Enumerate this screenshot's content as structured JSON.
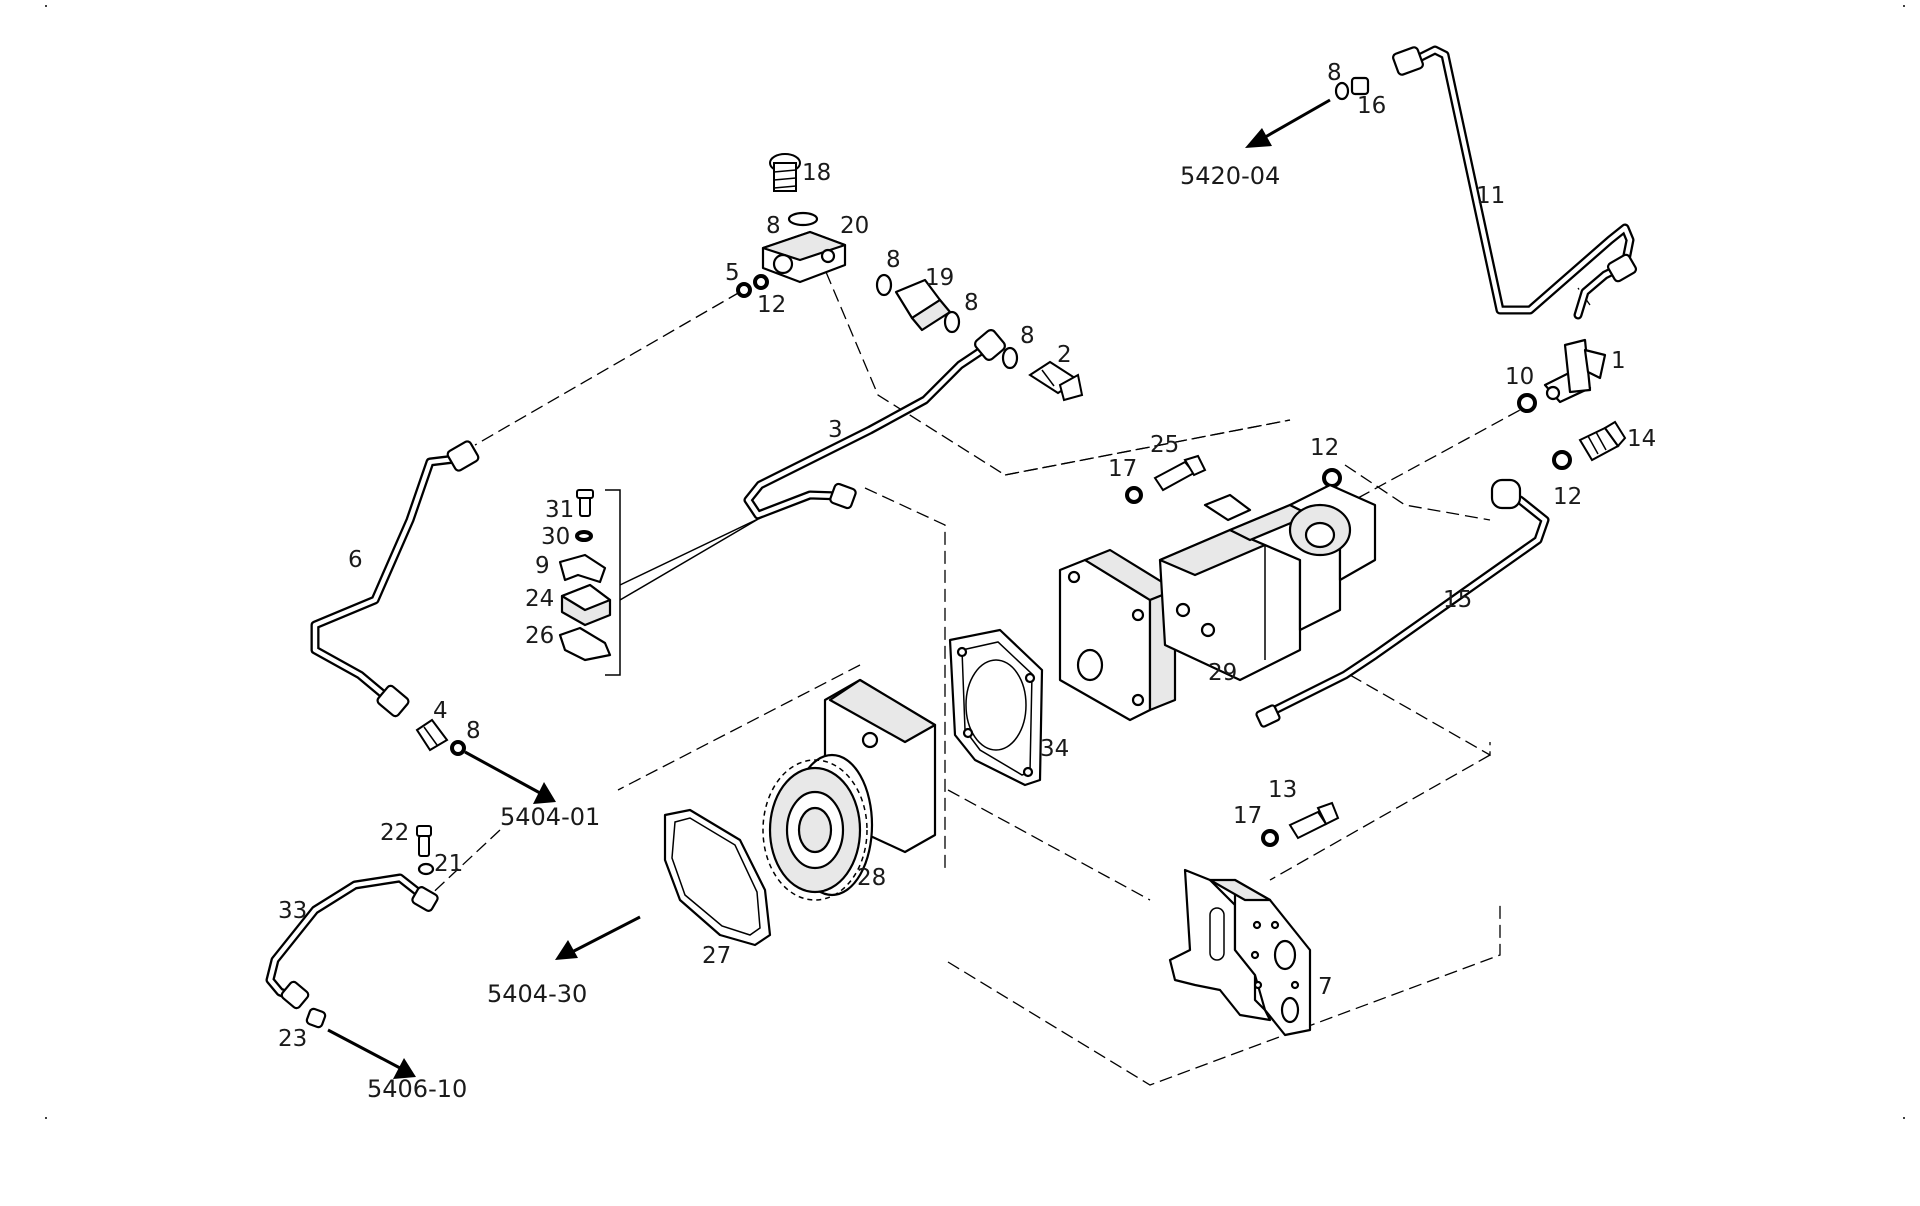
{
  "callouts": {
    "c1": "1",
    "c2": "2",
    "c3": "3",
    "c4": "4",
    "c5": "5",
    "c6": "6",
    "c7": "7",
    "c8a": "8",
    "c8b": "8",
    "c8c": "8",
    "c8d": "8",
    "c8e": "8",
    "c8f": "8",
    "c9": "9",
    "c10": "10",
    "c11": "11",
    "c12a": "12",
    "c12b": "12",
    "c12c": "12",
    "c13": "13",
    "c14": "14",
    "c15": "15",
    "c16": "16",
    "c17a": "17",
    "c17b": "17",
    "c18": "18",
    "c19": "19",
    "c20": "20",
    "c21": "21",
    "c22": "22",
    "c23": "23",
    "c24": "24",
    "c25": "25",
    "c26": "26",
    "c27": "27",
    "c28": "28",
    "c29": "29",
    "c30": "30",
    "c31": "31",
    "c33": "33",
    "c34": "34"
  },
  "references": {
    "r5420_04": "5420-04",
    "r5404_01": "5404-01",
    "r5404_30": "5404-30",
    "r5406_10": "5406-10"
  },
  "icons": [
    "arrow-icon"
  ],
  "colors": {
    "ink": "#000000",
    "background": "#ffffff"
  }
}
